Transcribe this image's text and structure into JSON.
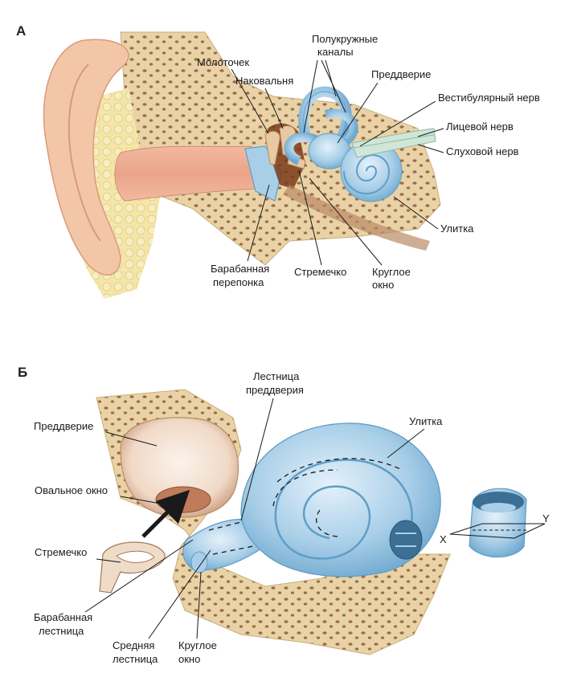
{
  "panel_a": {
    "letter": "А",
    "labels": {
      "semicircular_1": "Полукружные",
      "semicircular_2": "каналы",
      "malleus": "Молоточек",
      "incus": "Наковальня",
      "vestibule": "Преддверие",
      "vestibular_nerve": "Вестибулярный нерв",
      "facial_nerve": "Лицевой нерв",
      "auditory_nerve": "Слуховой нерв",
      "cochlea": "Улитка",
      "eardrum_1": "Барабанная",
      "eardrum_2": "перепонка",
      "stapes": "Стремечко",
      "round_window_1": "Круглое",
      "round_window_2": "окно"
    }
  },
  "panel_b": {
    "letter": "Б",
    "labels": {
      "scala_vestibuli_1": "Лестница",
      "scala_vestibuli_2": "преддверия",
      "cochlea": "Улитка",
      "vestibule": "Преддверие",
      "oval_window": "Овальное окно",
      "stapes": "Стремечко",
      "scala_tympani_1": "Барабанная",
      "scala_tympani_2": "лестница",
      "scala_media_1": "Средняя",
      "scala_media_2": "лестница",
      "round_window_1": "Круглое",
      "round_window_2": "окно",
      "axis_x": "X",
      "axis_y": "Y"
    }
  },
  "colors": {
    "skin": "#f3c6a8",
    "canal": "#e8a890",
    "bone": "#e9d3a6",
    "bone_dots": "#9c6b4a",
    "fat": "#f4e6a8",
    "labyrinth": "#a9cfe8",
    "labyrinth_dark": "#5f9ec7",
    "ossicle": "#e7c9a3",
    "vestibule_sac": "#f2dccb"
  }
}
